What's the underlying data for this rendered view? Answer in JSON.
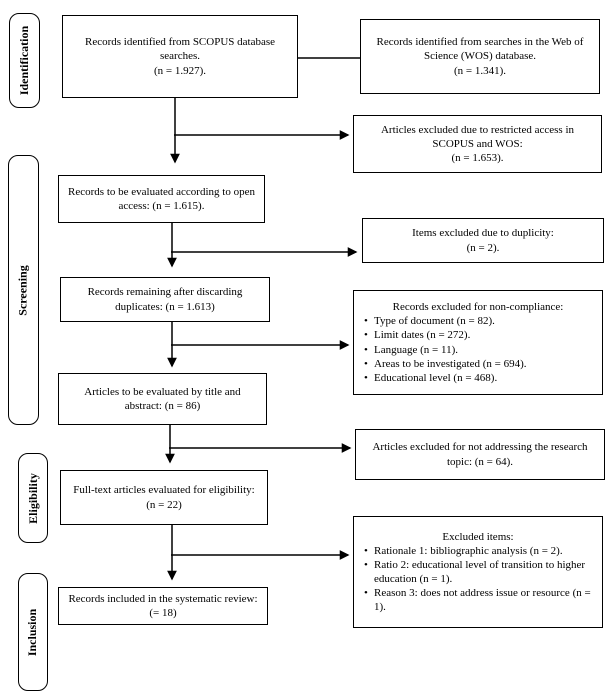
{
  "diagram": {
    "stages": [
      {
        "label": "Identification"
      },
      {
        "label": "Screening"
      },
      {
        "label": "Eligibility"
      },
      {
        "label": "Inclusion"
      }
    ],
    "boxes": {
      "scopus": {
        "text": "Records identified from SCOPUS database searches.",
        "count": "(n = 1.927)."
      },
      "wos": {
        "text": "Records identified from searches in the Web of Science (WOS) database.",
        "count": "(n = 1.341)."
      },
      "restricted": {
        "text": "Articles excluded due to restricted access in SCOPUS and WOS:",
        "count": "(n = 1.653)."
      },
      "open_access": {
        "text": "Records to be evaluated according to open access: (n = 1.615)."
      },
      "duplicity": {
        "text": "Items excluded due to duplicity:",
        "count": "(n = 2)."
      },
      "deduped": {
        "text": "Records remaining after discarding duplicates: (n = 1.613)"
      },
      "noncompliance": {
        "title": "Records excluded for non-compliance:",
        "items": [
          "Type of document (n = 82).",
          "Limit dates (n = 272).",
          "Language (n = 11).",
          "Areas to be investigated (n = 694).",
          "Educational level (n = 468)."
        ]
      },
      "title_abstract": {
        "text": "Articles to be evaluated by title and abstract: (n = 86)"
      },
      "not_addressing": {
        "text": "Articles excluded for not addressing the research topic: (n = 64)."
      },
      "fulltext": {
        "text": "Full-text articles evaluated for eligibility:",
        "count": "(n = 22)"
      },
      "excluded_items": {
        "title": "Excluded items:",
        "items": [
          "Rationale 1: bibliographic analysis (n = 2).",
          "Ratio 2: educational level of transition to higher education (n = 1).",
          "Reason 3: does not address issue or resource (n = 1)."
        ]
      },
      "included": {
        "text": "Records included in the systematic review: (= 18)"
      }
    },
    "colors": {
      "line": "#000000",
      "background": "#ffffff",
      "text": "#000000"
    }
  }
}
